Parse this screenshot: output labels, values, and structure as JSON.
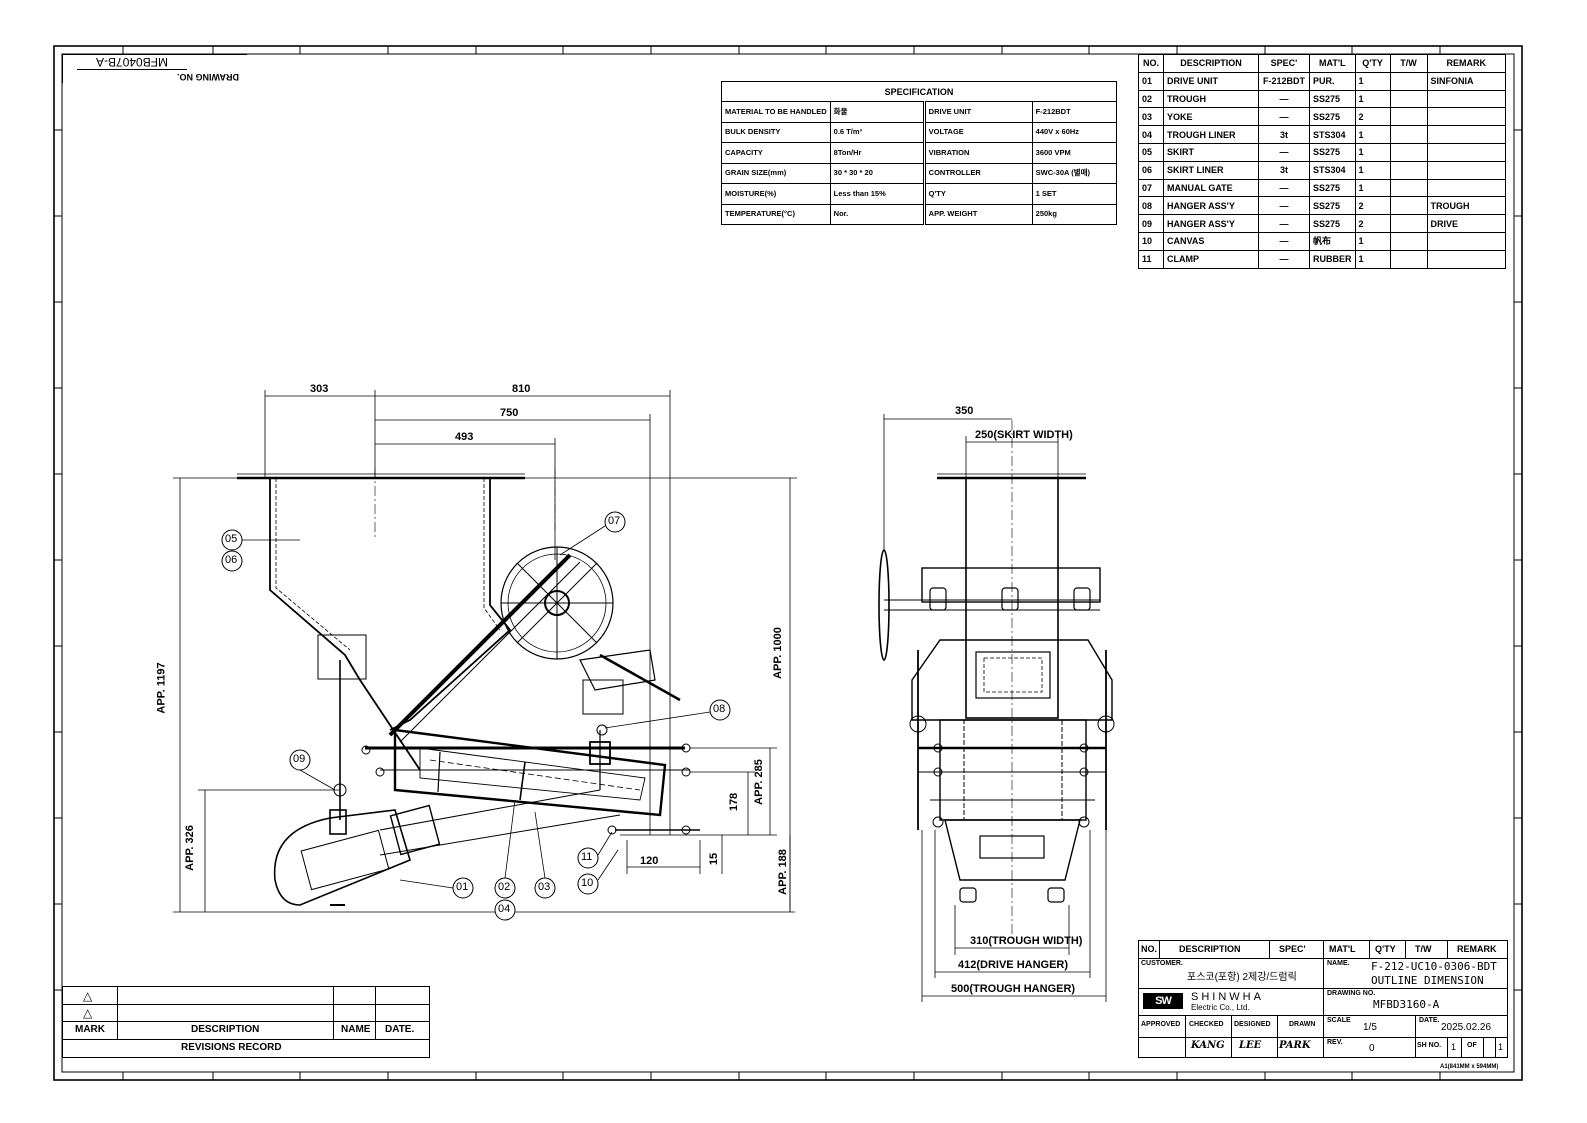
{
  "drawing_no_box": {
    "label": "DRAWING NO.",
    "value": "MFB0407B-A"
  },
  "specification": {
    "title": "SPECIFICATION",
    "rows": [
      {
        "k1": "MATERIAL TO BE HANDLED",
        "v1": "화물",
        "k2": "DRIVE UNIT",
        "v2": "F-212BDT"
      },
      {
        "k1": "BULK DENSITY",
        "v1": "0.6 T/m³",
        "k2": "VOLTAGE",
        "v2": "440V x 60Hz"
      },
      {
        "k1": "CAPACITY",
        "v1": "8Ton/Hr",
        "k2": "VIBRATION",
        "v2": "3600 VPM"
      },
      {
        "k1": "GRAIN SIZE(mm)",
        "v1": "30 * 30 * 20",
        "k2": "CONTROLLER",
        "v2": "SWC-30A (별매)"
      },
      {
        "k1": "MOISTURE(%)",
        "v1": "Less than 15%",
        "k2": "Q'TY",
        "v2": "1 SET"
      },
      {
        "k1": "TEMPERATURE(°C)",
        "v1": "Nor.",
        "k2": "APP. WEIGHT",
        "v2": "250kg"
      }
    ]
  },
  "bom": {
    "headers": [
      "NO.",
      "DESCRIPTION",
      "SPEC'",
      "MAT'L",
      "Q'TY",
      "T/W",
      "REMARK"
    ],
    "rows": [
      [
        "01",
        "DRIVE UNIT",
        "F-212BDT",
        "PUR.",
        "1",
        "",
        "SINFONIA"
      ],
      [
        "02",
        "TROUGH",
        "—",
        "SS275",
        "1",
        "",
        ""
      ],
      [
        "03",
        "YOKE",
        "—",
        "SS275",
        "2",
        "",
        ""
      ],
      [
        "04",
        "TROUGH LINER",
        "3t",
        "STS304",
        "1",
        "",
        ""
      ],
      [
        "05",
        "SKIRT",
        "—",
        "SS275",
        "1",
        "",
        ""
      ],
      [
        "06",
        "SKIRT LINER",
        "3t",
        "STS304",
        "1",
        "",
        ""
      ],
      [
        "07",
        "MANUAL GATE",
        "—",
        "SS275",
        "1",
        "",
        ""
      ],
      [
        "08",
        "HANGER ASS'Y",
        "—",
        "SS275",
        "2",
        "",
        "TROUGH"
      ],
      [
        "09",
        "HANGER ASS'Y",
        "—",
        "SS275",
        "2",
        "",
        "DRIVE"
      ],
      [
        "10",
        "CANVAS",
        "—",
        "帆布",
        "1",
        "",
        ""
      ],
      [
        "11",
        "CLAMP",
        "—",
        "RUBBER",
        "1",
        "",
        ""
      ]
    ]
  },
  "title_block": {
    "headers": [
      "NO.",
      "DESCRIPTION",
      "SPEC'",
      "MAT'L",
      "Q'TY",
      "T/W",
      "REMARK"
    ],
    "customer_label": "CUSTOMER.",
    "customer": "포스코(포항) 2제강/드럼릭",
    "name_label": "NAME.",
    "name_line1": "F-212-UC10-0306-BDT",
    "name_line2": "OUTLINE DIMENSION",
    "company": "SHINWHA",
    "company_sub": "Electric Co., Ltd.",
    "drawing_no_label": "DRAWING NO.",
    "drawing_no": "MFBD3160-A",
    "approvals": [
      "APPROVED",
      "CHECKED",
      "DESIGNED",
      "DRAWN"
    ],
    "signatures": [
      "",
      "KANG",
      "LEE",
      "PARK"
    ],
    "scale_label": "SCALE",
    "scale": "1/5",
    "date_label": "DATE.",
    "date": "2025.02.26",
    "rev_label": "REV.",
    "rev": "0",
    "sheet_label": "SH NO.",
    "sheet_no": "1",
    "of_label": "OF",
    "sheet_total": "1",
    "paper_size": "A1(841MM x 594MM)"
  },
  "revisions": {
    "headers": [
      "MARK",
      "DESCRIPTION",
      "NAME",
      "DATE."
    ],
    "footer": "REVISIONS RECORD"
  },
  "side_view": {
    "dims": [
      "303",
      "810",
      "750",
      "493",
      "APP. 1197",
      "APP. 1000",
      "APP. 285",
      "178",
      "APP. 326",
      "APP. 188",
      "120",
      "15"
    ],
    "balloons": [
      "05",
      "06",
      "07",
      "08",
      "09",
      "01",
      "02",
      "04",
      "03",
      "11",
      "10"
    ]
  },
  "front_view": {
    "dims": [
      "350",
      "250(SKIRT WIDTH)",
      "310(TROUGH WIDTH)",
      "412(DRIVE HANGER)",
      "500(TROUGH HANGER)"
    ]
  }
}
